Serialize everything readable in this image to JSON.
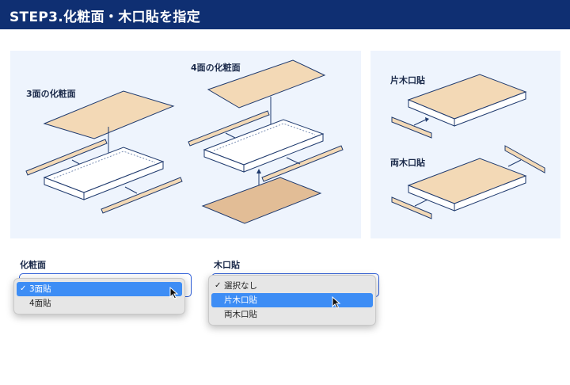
{
  "header": {
    "title": "STEP3.化粧面・木口貼を指定"
  },
  "diagram": {
    "three_faces_label": "3面の化粧面",
    "four_faces_label": "4面の化粧面",
    "single_edge_label": "片木口貼",
    "double_edge_label": "両木口貼"
  },
  "colors": {
    "header_bg": "#0f2f72",
    "panel_bg": "#eef4fd",
    "veneer": "#f3d9b6",
    "veneer_dark": "#e2bd96",
    "outline": "#1f3a6e",
    "select_border": "#2a5bd7",
    "menu_highlight": "#3d8df5"
  },
  "finish_select": {
    "label": "化粧面",
    "options": [
      {
        "label": "3面貼",
        "checked": true,
        "highlighted": true
      },
      {
        "label": "4面貼",
        "checked": false,
        "highlighted": false
      }
    ]
  },
  "edge_select": {
    "label": "木口貼",
    "options": [
      {
        "label": "選択なし",
        "checked": true,
        "highlighted": false
      },
      {
        "label": "片木口貼",
        "checked": false,
        "highlighted": true
      },
      {
        "label": "両木口貼",
        "checked": false,
        "highlighted": false
      }
    ]
  },
  "icons": {
    "check": "checkmark-icon",
    "cursor": "mouse-pointer-icon"
  }
}
